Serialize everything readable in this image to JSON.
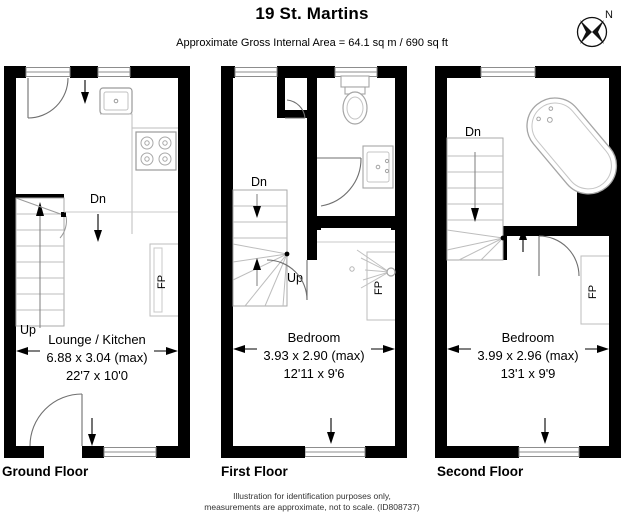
{
  "header": {
    "title": "19 St. Martins",
    "area_note": "Approximate Gross Internal Area = 64.1 sq m / 690 sq ft",
    "compass_label": "N",
    "compass_icon": "compass-rose-icon"
  },
  "floors": [
    {
      "id": "ground",
      "caption": "Ground Floor",
      "room": {
        "name": "Lounge / Kitchen",
        "metric": "6.88 x 3.04 (max)",
        "imperial": "22'7 x 10'0"
      },
      "stair_labels": {
        "down": "Dn",
        "up": "Up"
      },
      "fireplace_label": "FP",
      "fixtures": [
        "sink",
        "hob",
        "staircase",
        "fireplace"
      ]
    },
    {
      "id": "first",
      "caption": "First Floor",
      "room": {
        "name": "Bedroom",
        "metric": "3.93 x 2.90 (max)",
        "imperial": "12'11 x 9'6"
      },
      "stair_labels": {
        "down": "Dn",
        "up": "Up"
      },
      "fireplace_label": "FP",
      "fixtures": [
        "toilet",
        "washbasin",
        "shower",
        "winder-staircase",
        "fireplace"
      ]
    },
    {
      "id": "second",
      "caption": "Second Floor",
      "room": {
        "name": "Bedroom",
        "metric": "3.99 x 2.96 (max)",
        "imperial": "13'1 x 9'9"
      },
      "stair_labels": {
        "down": "Dn"
      },
      "fireplace_label": "FP",
      "fixtures": [
        "bathtub",
        "winder-staircase",
        "fireplace"
      ]
    }
  ],
  "footer": {
    "line1": "Illustration for identification purposes only,",
    "line2": "measurements are approximate, not to scale.  (ID808737)"
  },
  "colors": {
    "wall": "#000000",
    "fixture_line": "#9a9a9a",
    "thin_line": "#b9b9b9",
    "text": "#000000"
  }
}
